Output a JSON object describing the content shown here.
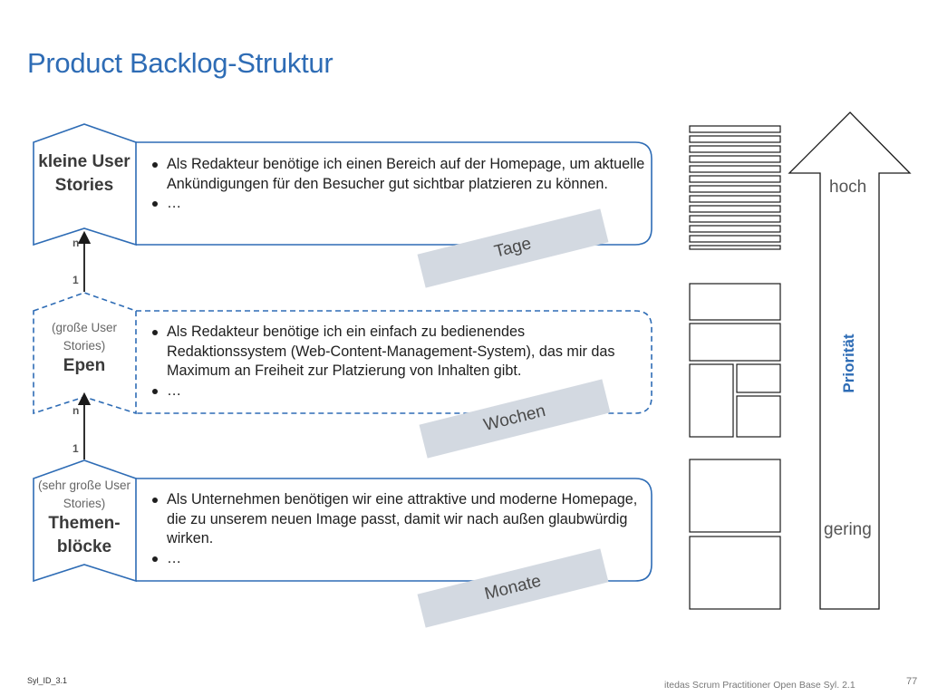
{
  "slide": {
    "title": "Product Backlog-Struktur",
    "footer_id": "Syl_ID_3.1",
    "footer_text": "itedas Scrum Practitioner Open Base Syl. 2.1",
    "page_number": "77"
  },
  "levels": [
    {
      "label_small": "",
      "label_big": "kleine User Stories",
      "bullets": [
        "Als Redakteur benötige ich einen Bereich auf der Homepage, um aktuelle Ankündigungen für den Besucher gut sichtbar platzieren zu können.",
        "…"
      ],
      "duration": "Tage"
    },
    {
      "label_small": "(große User Stories)",
      "label_big": "Epen",
      "bullets": [
        "Als Redakteur benötige ich ein einfach zu bedienendes Redaktionssystem (Web-Content-Management-System), das mir das Maximum an Freiheit zur Platzierung von Inhalten gibt.",
        "…"
      ],
      "duration": "Wochen"
    },
    {
      "label_small": "(sehr große User Stories)",
      "label_big": "Themen-blöcke",
      "bullets": [
        "Als Unternehmen benötigen wir eine attraktive und moderne Homepage, die zu unserem neuen Image passt, damit wir nach außen glaubwürdig wirken.",
        "…"
      ],
      "duration": "Monate"
    }
  ],
  "relations": [
    {
      "many": "n",
      "one": "1"
    },
    {
      "many": "n",
      "one": "1"
    }
  ],
  "priority": {
    "label": "Priorität",
    "high": "hoch",
    "low": "gering"
  },
  "colors": {
    "title": "#2e6cb5",
    "outline": "#2e6cb5",
    "tag_fill": "#d3d9e1",
    "shape_fill": "#ffffff"
  }
}
